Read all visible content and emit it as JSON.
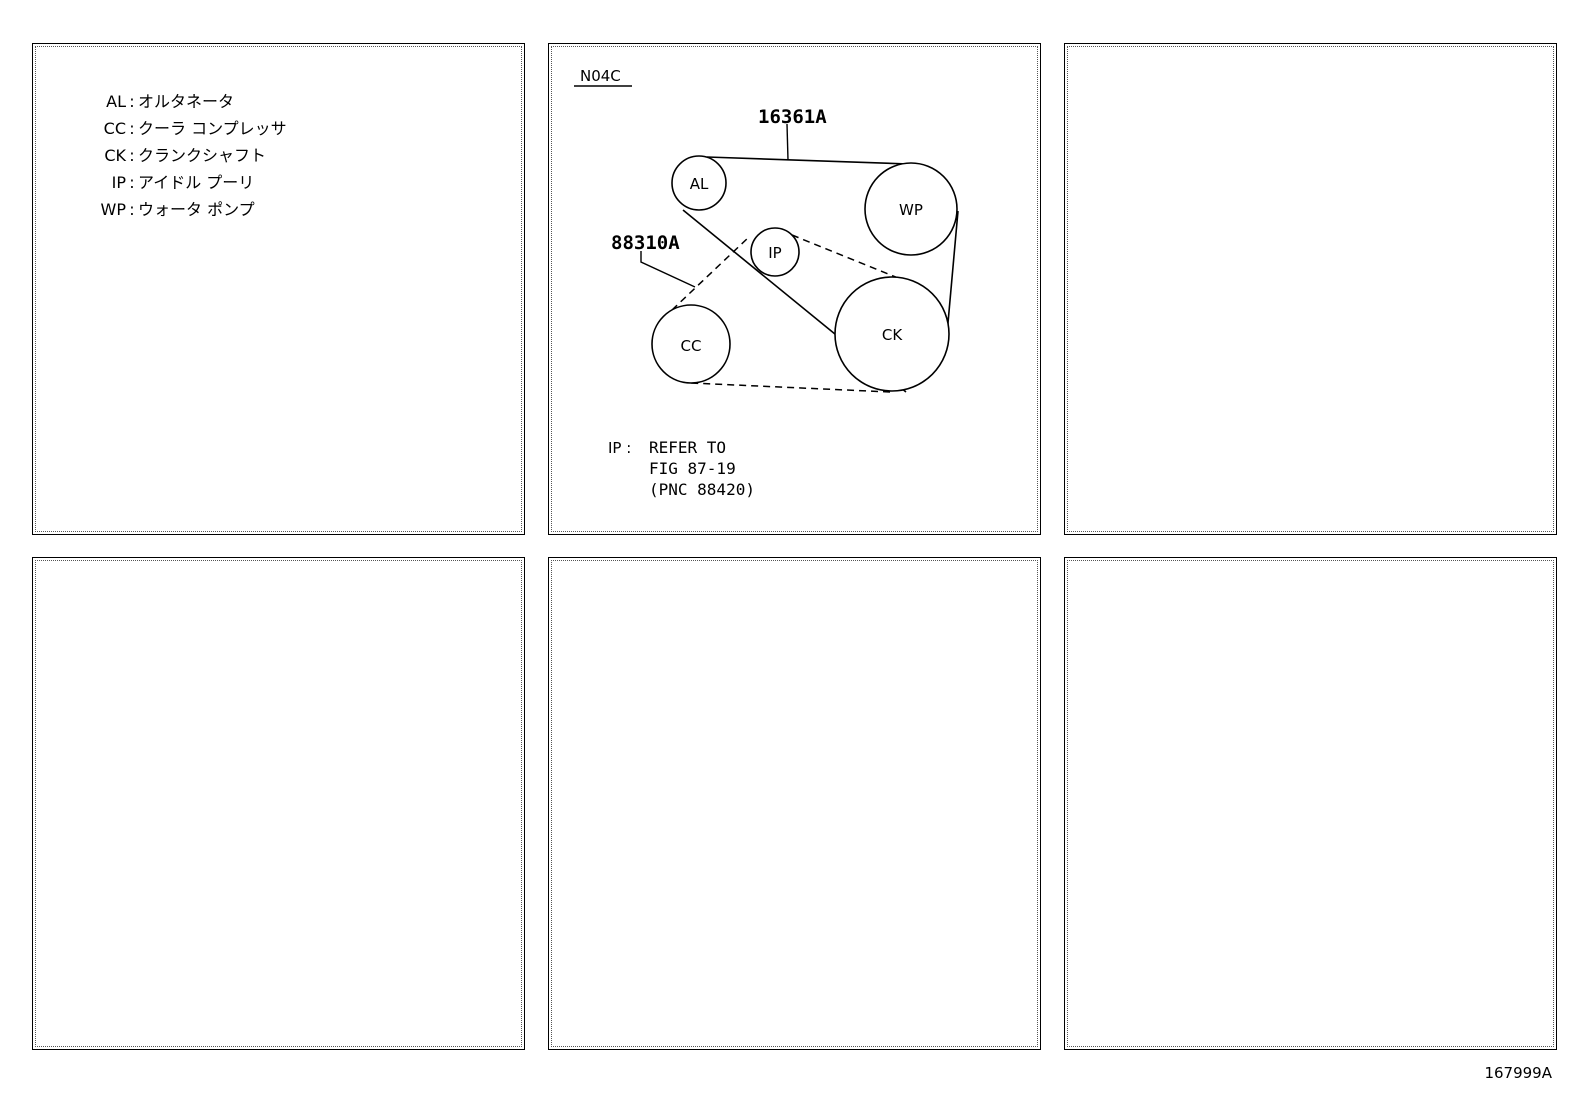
{
  "legend": [
    {
      "code": "AL",
      "name": "オルタネータ"
    },
    {
      "code": "CC",
      "name": "クーラ コンプレッサ"
    },
    {
      "code": "CK",
      "name": "クランクシャフト"
    },
    {
      "code": "IP",
      "name": "アイドル プーリ"
    },
    {
      "code": "WP",
      "name": "ウォータ ポンプ"
    }
  ],
  "diagram": {
    "variant_label": "N04C",
    "belt_part_1": "16361A",
    "belt_part_2": "88310A",
    "pulleys": {
      "al": "AL",
      "wp": "WP",
      "ip": "IP",
      "cc": "CC",
      "ck": "CK"
    },
    "note": {
      "prefix": "IP :",
      "line1": "REFER TO",
      "line2": "FIG 87-19",
      "line3": "(PNC 88420)"
    }
  },
  "figure_id": "167999A"
}
